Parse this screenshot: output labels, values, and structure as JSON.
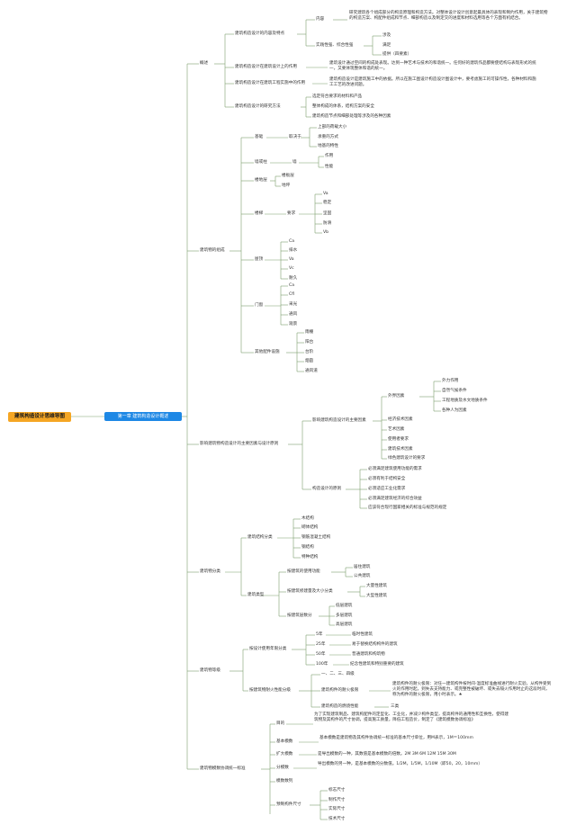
{
  "root": "建筑构造设计思维导图",
  "chapter": "第一章 建筑构造设计概述",
  "s1": {
    "title": "概述",
    "a": "建筑构造设计的内容及特点",
    "a_content": "内容",
    "a_content_text": "研究建筑各个组成部分的构造原理和构造方法。对整体设计设计创意起最具体的表现和制约作用，关于建筑物的构造方案、构配件组成和节点、细部构造以及制定交的进度和材料选用等各个方面有机结合。",
    "a_combo": "实践性强、综合性强",
    "a_combo_1": "涉及",
    "a_combo_2": "满足",
    "a_combo_3": "提供（四要素）",
    "b": "建筑构造设计在建筑设计上的作用",
    "b_text": "建筑设计通过空间的构成处表现。达到一种艺术与技术的和谐统一。任何好的建筑作品都要使结构与表现形式的统一，又要体现整体和谐的统一。",
    "c": "建筑构造设计在建筑工程实施中的作用",
    "c_text": "建筑构造设计是建筑施工中的依据。所以在施工图设计构造设计图设计中，要考虑施工的可操作性，各种材料和施工工艺的改进问题。",
    "d": "建筑构造设计的研究方法",
    "d_1": "选定符合要求的材料和产品",
    "d_2": "整体构成的体系，结构方案的安全",
    "d_3": "建筑构造节点和细部处理等涉及的各种因素"
  },
  "s2": {
    "title": "建筑物的组成",
    "jichu": "基础",
    "jichu_q": "取决于",
    "jichu_q1": "上部的荷载大小",
    "jichu_q2": "承重的方式",
    "jichu_q3": "地基的特性",
    "wall": "墙或柱",
    "wall_q": "墙",
    "wall_q1": "作用",
    "wall_q2": "性能",
    "floor": "楼地层",
    "floor_1": "楼板层",
    "floor_2": "地坪",
    "stair": "楼梯",
    "stair_q": "要求",
    "stair_q1": "Va",
    "stair_q2": "稳定",
    "stair_q3": "坚固",
    "stair_q4": "防滑",
    "stair_q5": "Vb",
    "roof": "屋顶",
    "roof_1": "Ca",
    "roof_2": "排水",
    "roof_3": "Va",
    "roof_4": "Vc",
    "roof_5": "耐久",
    "door": "门窗",
    "door_1": "Ca",
    "door_2": "Cfl",
    "door_3": "采光",
    "door_4": "通风",
    "door_5": "观景",
    "other": "其他配件设施",
    "other_1": "雨棚",
    "other_2": "阳台",
    "other_3": "台阶",
    "other_4": "烟囱",
    "other_5": "通风道"
  },
  "s3": {
    "title": "影响建筑物构造设计的主要因素与设计原则",
    "a": "影响建筑构造设计的主要因素",
    "a_ext": "外界因素",
    "a_ext_1": "外力作用",
    "a_ext_2": "自然气候条件",
    "a_ext_3": "工程地质及水文地质条件",
    "a_ext_4": "各种人为因素",
    "a_2": "经济技术因素",
    "a_3": "艺术因素",
    "a_4": "使用者要求",
    "a_5": "建筑技术因素",
    "a_6": "绿色建筑设计的要求",
    "b": "构造设计的原则",
    "b_1": "必须满足建筑使用功能的需求",
    "b_2": "必须有利于结构安全",
    "b_3": "必须适应工业化需求",
    "b_4": "必须满足建筑经济的综合效益",
    "b_5": "应该符合现行国家相关的标准与规范的规定"
  },
  "s4": {
    "title": "建筑物分类",
    "a": "建筑结构分类",
    "a_1": "木结构",
    "a_2": "砌体结构",
    "a_3": "钢筋混凝土结构",
    "a_4": "钢结构",
    "a_5": "特种结构",
    "b": "建筑类型",
    "b_use": "按建筑的使用功能",
    "b_use_1": "居住建筑",
    "b_use_2": "公共建筑",
    "b_size": "按建筑修建量及大小分类",
    "b_size_1": "大量性建筑",
    "b_size_2": "大型性建筑",
    "b_floor": "按建筑层数分",
    "b_floor_1": "低层建筑",
    "b_floor_2": "多层建筑",
    "b_floor_3": "高层建筑"
  },
  "s5": {
    "title": "建筑物等级",
    "a": "按设计使用年限分类",
    "a_1": "5年",
    "a_1v": "临时性建筑",
    "a_2": "25年",
    "a_2v": "易于替换结构构件的建筑",
    "a_3": "50年",
    "a_3v": "普通建筑和构筑物",
    "a_4": "100年",
    "a_4v": "纪念性建筑和特别重要的建筑",
    "b": "按建筑物耐火性能分级",
    "b_1": "一、二、三、四级",
    "b_2": "建筑构件的耐火极限",
    "b_2t": "建筑构件的耐火极限：对任一建筑构件按时间-温度标准曲线进行耐火实验，从构件受到火的作用时起，到失去支持能力、或完整性被破坏、或失去隔火作用时止的这段时间，称为构件的耐火极限，用小时表示。★",
    "b_3": "建筑构造的燃烧性能",
    "b_3v": "三类"
  },
  "s6": {
    "title": "建筑物模数协调统一标准",
    "a": "目的",
    "a_t": "为了实现建筑制品、建筑构配件的定型化、工业化，并减少构件类型，提高构件的通用性和互换性，使得建筑物及其构件的尺寸协调，提高施工质量，降低工程造价，制定了《建筑模数协调标准》",
    "b": "基本模数",
    "b_t": "基本模数是建筑物及其构件协调统一标准的基本尺寸单位，用M表示，1M＝100mm",
    "c": "扩大模数",
    "c_t": "是导出模数的一种，其数值是基本模数的倍数。2M 3M 6M 12M 15M 30M",
    "d": "分模数",
    "d_t": "导出模数的另一种，是基本模数的分数值。1/2M，1/5M，1/10M（即50，20，10mm）",
    "e": "模数数列",
    "f": "预制构件尺寸",
    "f_1": "标志尺寸",
    "f_2": "制作尺寸",
    "f_3": "实际尺寸",
    "f_4": "技术尺寸"
  }
}
